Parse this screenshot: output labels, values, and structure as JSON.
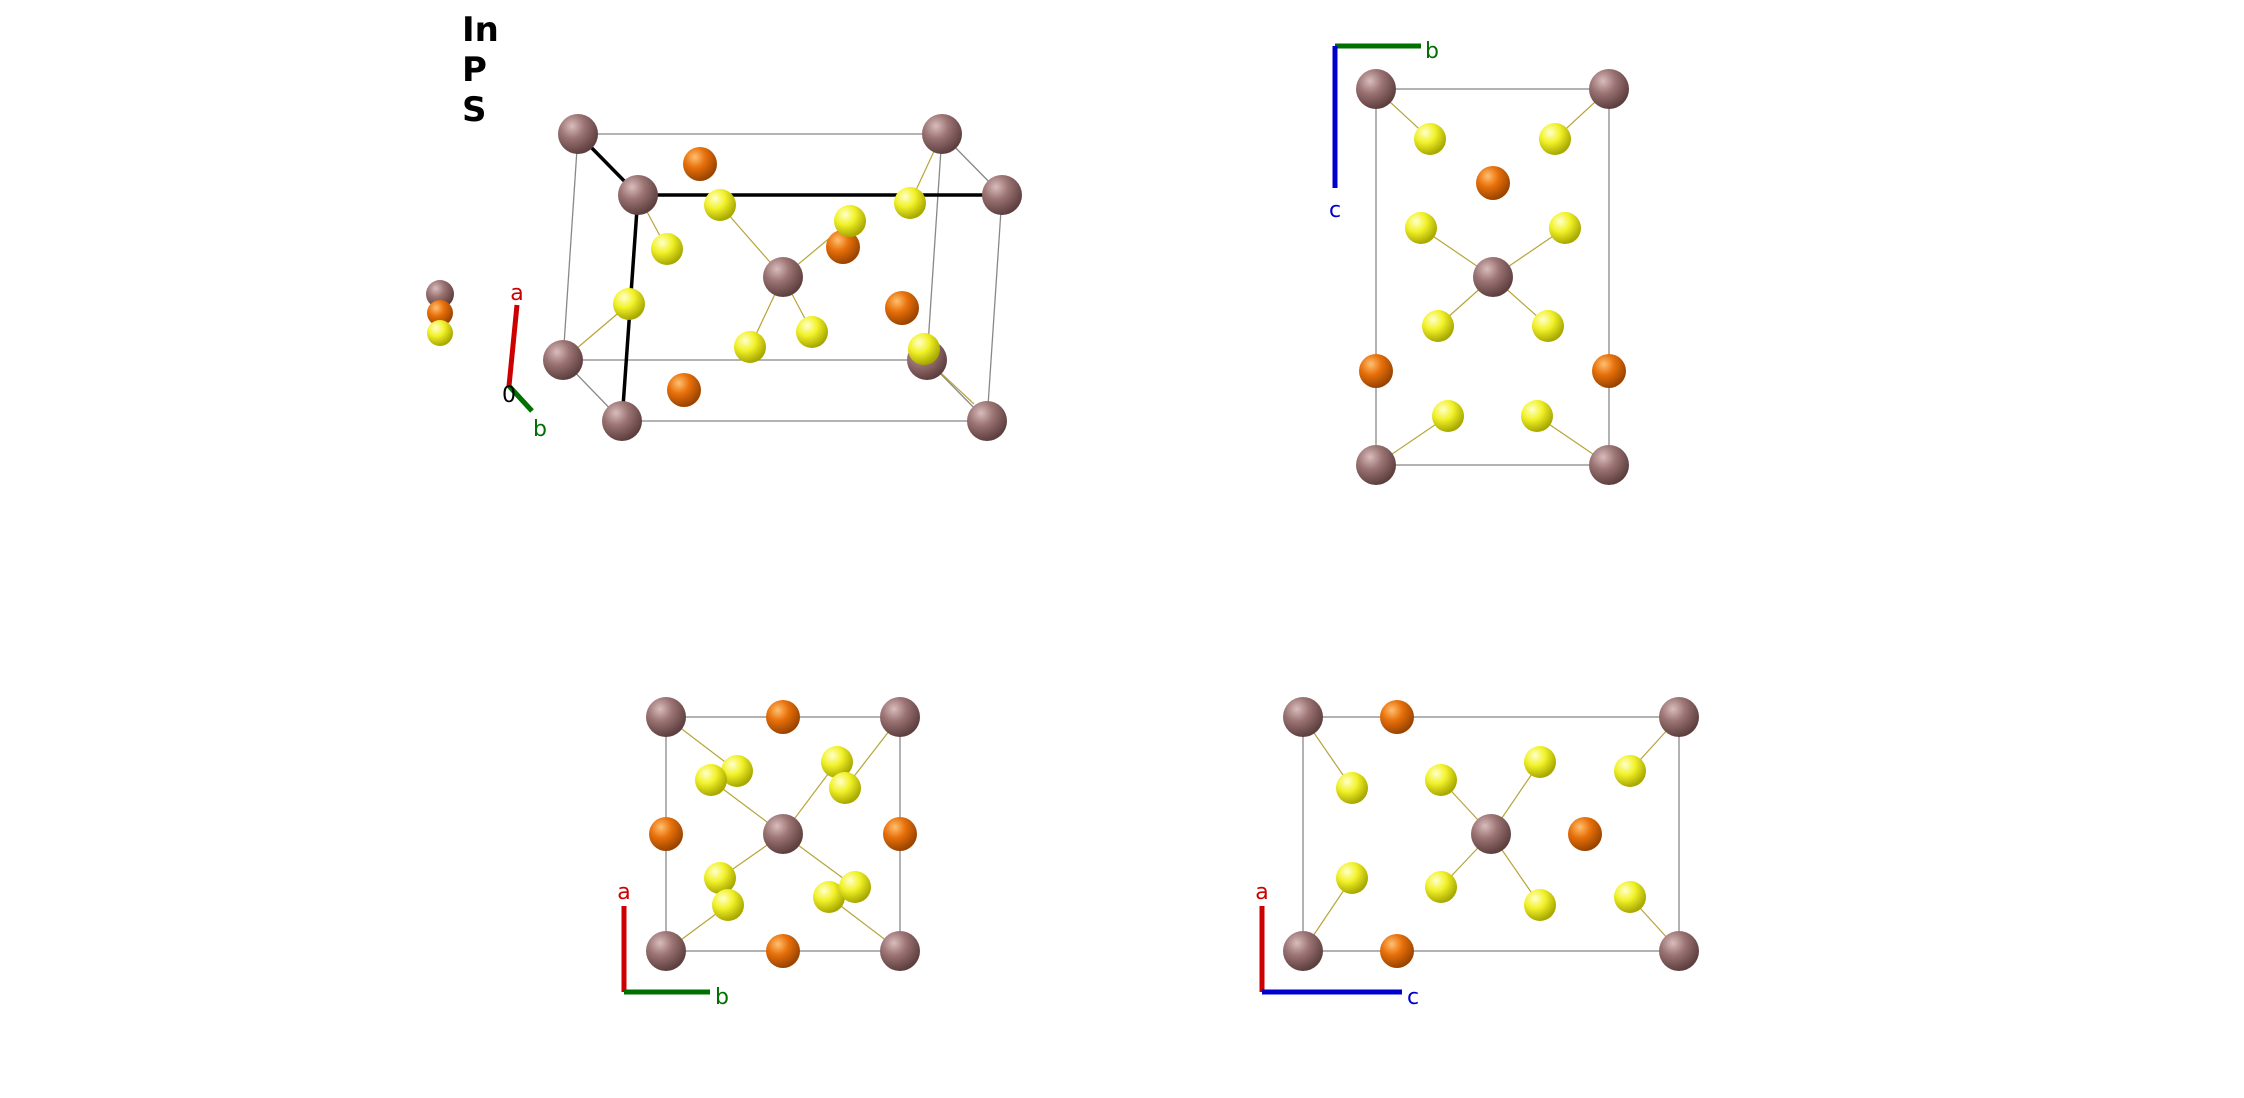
{
  "legend": {
    "elements": [
      "In",
      "P",
      "S"
    ]
  },
  "colors": {
    "In": "#9b7373",
    "P": "#e8700a",
    "S": "#f2f22a",
    "axis_a": "#cc0000",
    "axis_b": "#007000",
    "axis_c": "#0000cc",
    "cell_edge": "#888888",
    "highlight_edge": "#000000"
  },
  "axis_labels": {
    "a": "a",
    "b": "b",
    "c": "c",
    "origin": "0"
  },
  "views": [
    {
      "name": "perspective",
      "axes": [
        "a",
        "b"
      ],
      "has_origin": true
    },
    {
      "name": "along-a",
      "axes": [
        "b",
        "c"
      ]
    },
    {
      "name": "along-c",
      "axes": [
        "a",
        "b"
      ]
    },
    {
      "name": "along-b",
      "axes": [
        "a",
        "c"
      ]
    }
  ]
}
